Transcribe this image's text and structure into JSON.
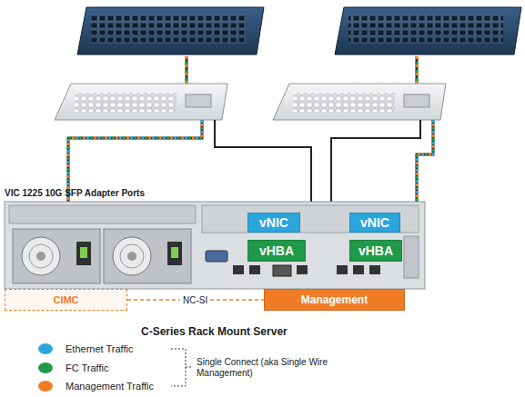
{
  "diagram": {
    "caption": "C-Series Rack Mount Server",
    "nodes": [
      {
        "text": [
          "vNIC"
        ]
      },
      {
        "text": [
          "vNIC"
        ]
      },
      {
        "text": [
          "vHBA"
        ]
      },
      {
        "text": [
          "vHBA"
        ]
      },
      {
        "text": [
          "CIMC"
        ]
      },
      {
        "text": [
          "Management"
        ]
      }
    ],
    "edges": [
      {
        "from": 4,
        "to": 5,
        "label": "NC-SI",
        "arrow": "none"
      }
    ],
    "labels": [
      "VIC 1225 10G SFP Adapter Ports",
      "Single Connect (aka Single Wire Management)"
    ],
    "legend": [
      {
        "text": "Ethernet Traffic",
        "color": "#2aa6dd"
      },
      {
        "text": "FC Traffic",
        "color": "#1f9a48"
      },
      {
        "text": "Management Traffic",
        "color": "#f07d26"
      }
    ]
  }
}
